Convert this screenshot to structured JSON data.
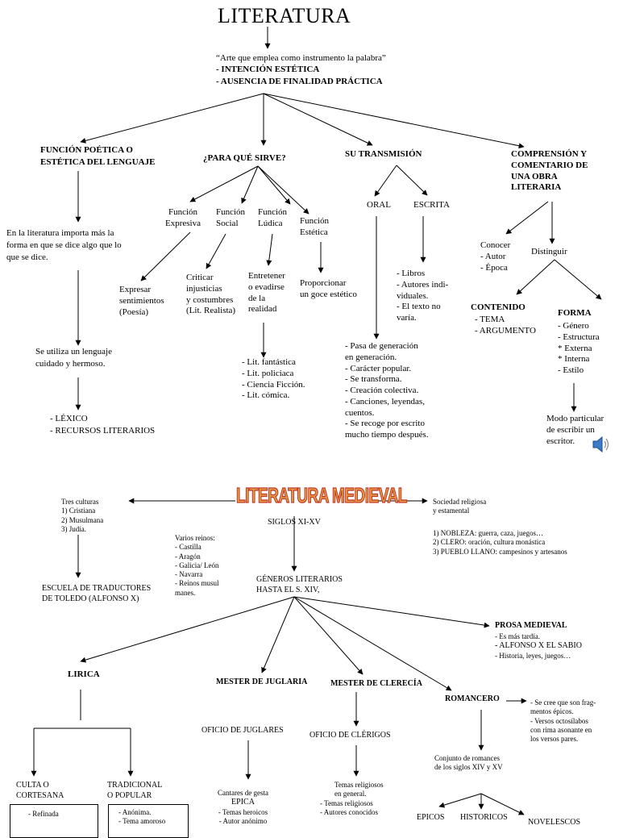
{
  "title": "LITERATURA",
  "definition": {
    "quote": "“Arte que emplea como instrumento la palabra”",
    "l1": "- INTENCIÓN ESTÉTICA",
    "l2": "- AUSENCIA DE FINALIDAD PRÁCTICA"
  },
  "funcion_poetica": {
    "h1": "FUNCIÓN POÉTICA O",
    "h2": "ESTÉTICA DEL LENGUAJE",
    "d1": "En la literatura importa más la",
    "d2": "forma en que se dice algo que lo",
    "d3": "que se dice.",
    "e1": "Se utiliza un lenguaje",
    "e2": "cuidado y hermoso.",
    "f1": "- LÉXICO",
    "f2": "- RECURSOS LITERARIOS"
  },
  "para_que": {
    "heading": "¿PARA QUÉ SIRVE?",
    "expresiva": [
      "Función",
      "Expresiva"
    ],
    "social": [
      "Función",
      "Social"
    ],
    "ludica": [
      "Función",
      "Lúdica"
    ],
    "estetica": [
      "Función",
      "Estética"
    ],
    "expresiva_desc": [
      "Expresar",
      "sentimientos",
      "(Poesía)"
    ],
    "social_desc": [
      "Criticar",
      "injusticias",
      "y costumbres",
      "(Lit. Realista)"
    ],
    "ludica_desc": [
      "Entretener",
      "o evadirse",
      "de la",
      "realidad"
    ],
    "estetica_desc": [
      "Proporcionar",
      "un goce estético"
    ],
    "ludica_list": [
      "- Lit. fantástica",
      "- Lit. policiaca",
      "- Ciencia Ficción.",
      "- Lit. cómica."
    ]
  },
  "transmision": {
    "heading": "SU TRANSMISIÓN",
    "oral": "ORAL",
    "escrita": "ESCRITA",
    "escrita_list": [
      "- Libros",
      "- Autores indi-",
      "viduales.",
      "- El texto no",
      "varía."
    ],
    "oral_list": [
      "- Pasa de generación",
      "en generación.",
      "- Carácter popular.",
      "- Se transforma.",
      "- Creación colectiva.",
      "- Canciones, leyendas,",
      "cuentos.",
      "- Se recoge por escrito",
      "mucho tiempo después."
    ]
  },
  "comprension": {
    "heading": [
      "COMPRENSIÓN Y",
      "COMENTARIO DE",
      "UNA OBRA",
      "LITERARIA"
    ],
    "conocer": [
      "Conocer",
      "- Autor",
      "- Época"
    ],
    "distinguir": "Distinguir",
    "contenido": "CONTENIDO",
    "contenido_list": [
      "- TEMA",
      "- ARGUMENTO"
    ],
    "forma": "FORMA",
    "forma_list": [
      "- Género",
      "- Estructura",
      "* Externa",
      "* Interna",
      "- Estilo"
    ],
    "modo": [
      "Modo particular",
      "de escribir un",
      "escritor."
    ]
  },
  "medieval": {
    "title": "LITERATURA MEDIEVAL",
    "culturas": [
      "Tres culturas",
      "1) Cristiana",
      "2) Musulmana",
      "3) Judía."
    ],
    "escuela": [
      "ESCUELA DE TRADUCTORES",
      "DE TOLEDO (ALFONSO  X)"
    ],
    "reinos": [
      "Varios reinos:",
      "- Castilla",
      "- Aragón",
      "- Galicia/ León",
      "- Navarra",
      "- Reinos musul",
      "manes."
    ],
    "siglos": "SIGLOS XI-XV",
    "sociedad": [
      "Sociedad religiosa",
      "y estamental"
    ],
    "estamentos": [
      "1) NOBLEZA: guerra, caza, juegos…",
      "2) CLERO: oración, cultura monástica",
      "3) PUEBLO LLANO: campesinos y artesanos"
    ],
    "generos": [
      "GÉNEROS LITERARIOS",
      "HASTA EL S. XIV,"
    ],
    "prosa": {
      "heading": "PROSA MEDIEVAL",
      "list": [
        "- Es más tardía.",
        "- ALFONSO X EL SABIO",
        "- Historia, leyes, juegos…"
      ]
    },
    "lirica": "LIRICA",
    "culta": [
      "CULTA O",
      "CORTESANA"
    ],
    "culta_list": [
      "- Refinada"
    ],
    "tradicional": [
      "TRADICIONAL",
      "O POPULAR"
    ],
    "tradicional_list": [
      "- Anónima.",
      "- Tema amoroso"
    ],
    "juglaria": "MESTER DE JUGLARIA",
    "oficio_juglares": "OFICIO DE JUGLARES",
    "cantares": [
      "Cantares de gesta",
      "EPICA",
      "- Temas heroicos",
      "- Autor anónimo"
    ],
    "clerecia": "MESTER DE CLERECÍA",
    "oficio_clerigos": "OFICIO DE CLÉRIGOS",
    "temas": [
      "Temas religiosos",
      "en general.",
      "- Temas religiosos",
      "- Autores conocidos"
    ],
    "romancero": "ROMANCERO",
    "romancero_notes": [
      "- Se cree que son frag-",
      "mentos épicos.",
      "- Versos octosílabos",
      "con rima asonante en",
      "los versos pares."
    ],
    "conjunto": [
      "Conjunto de romances",
      "de los siglos XIV y XV"
    ],
    "epicos": "EPICOS",
    "historicos": "HISTORICOS",
    "novelescos": "NOVELESCOS"
  }
}
